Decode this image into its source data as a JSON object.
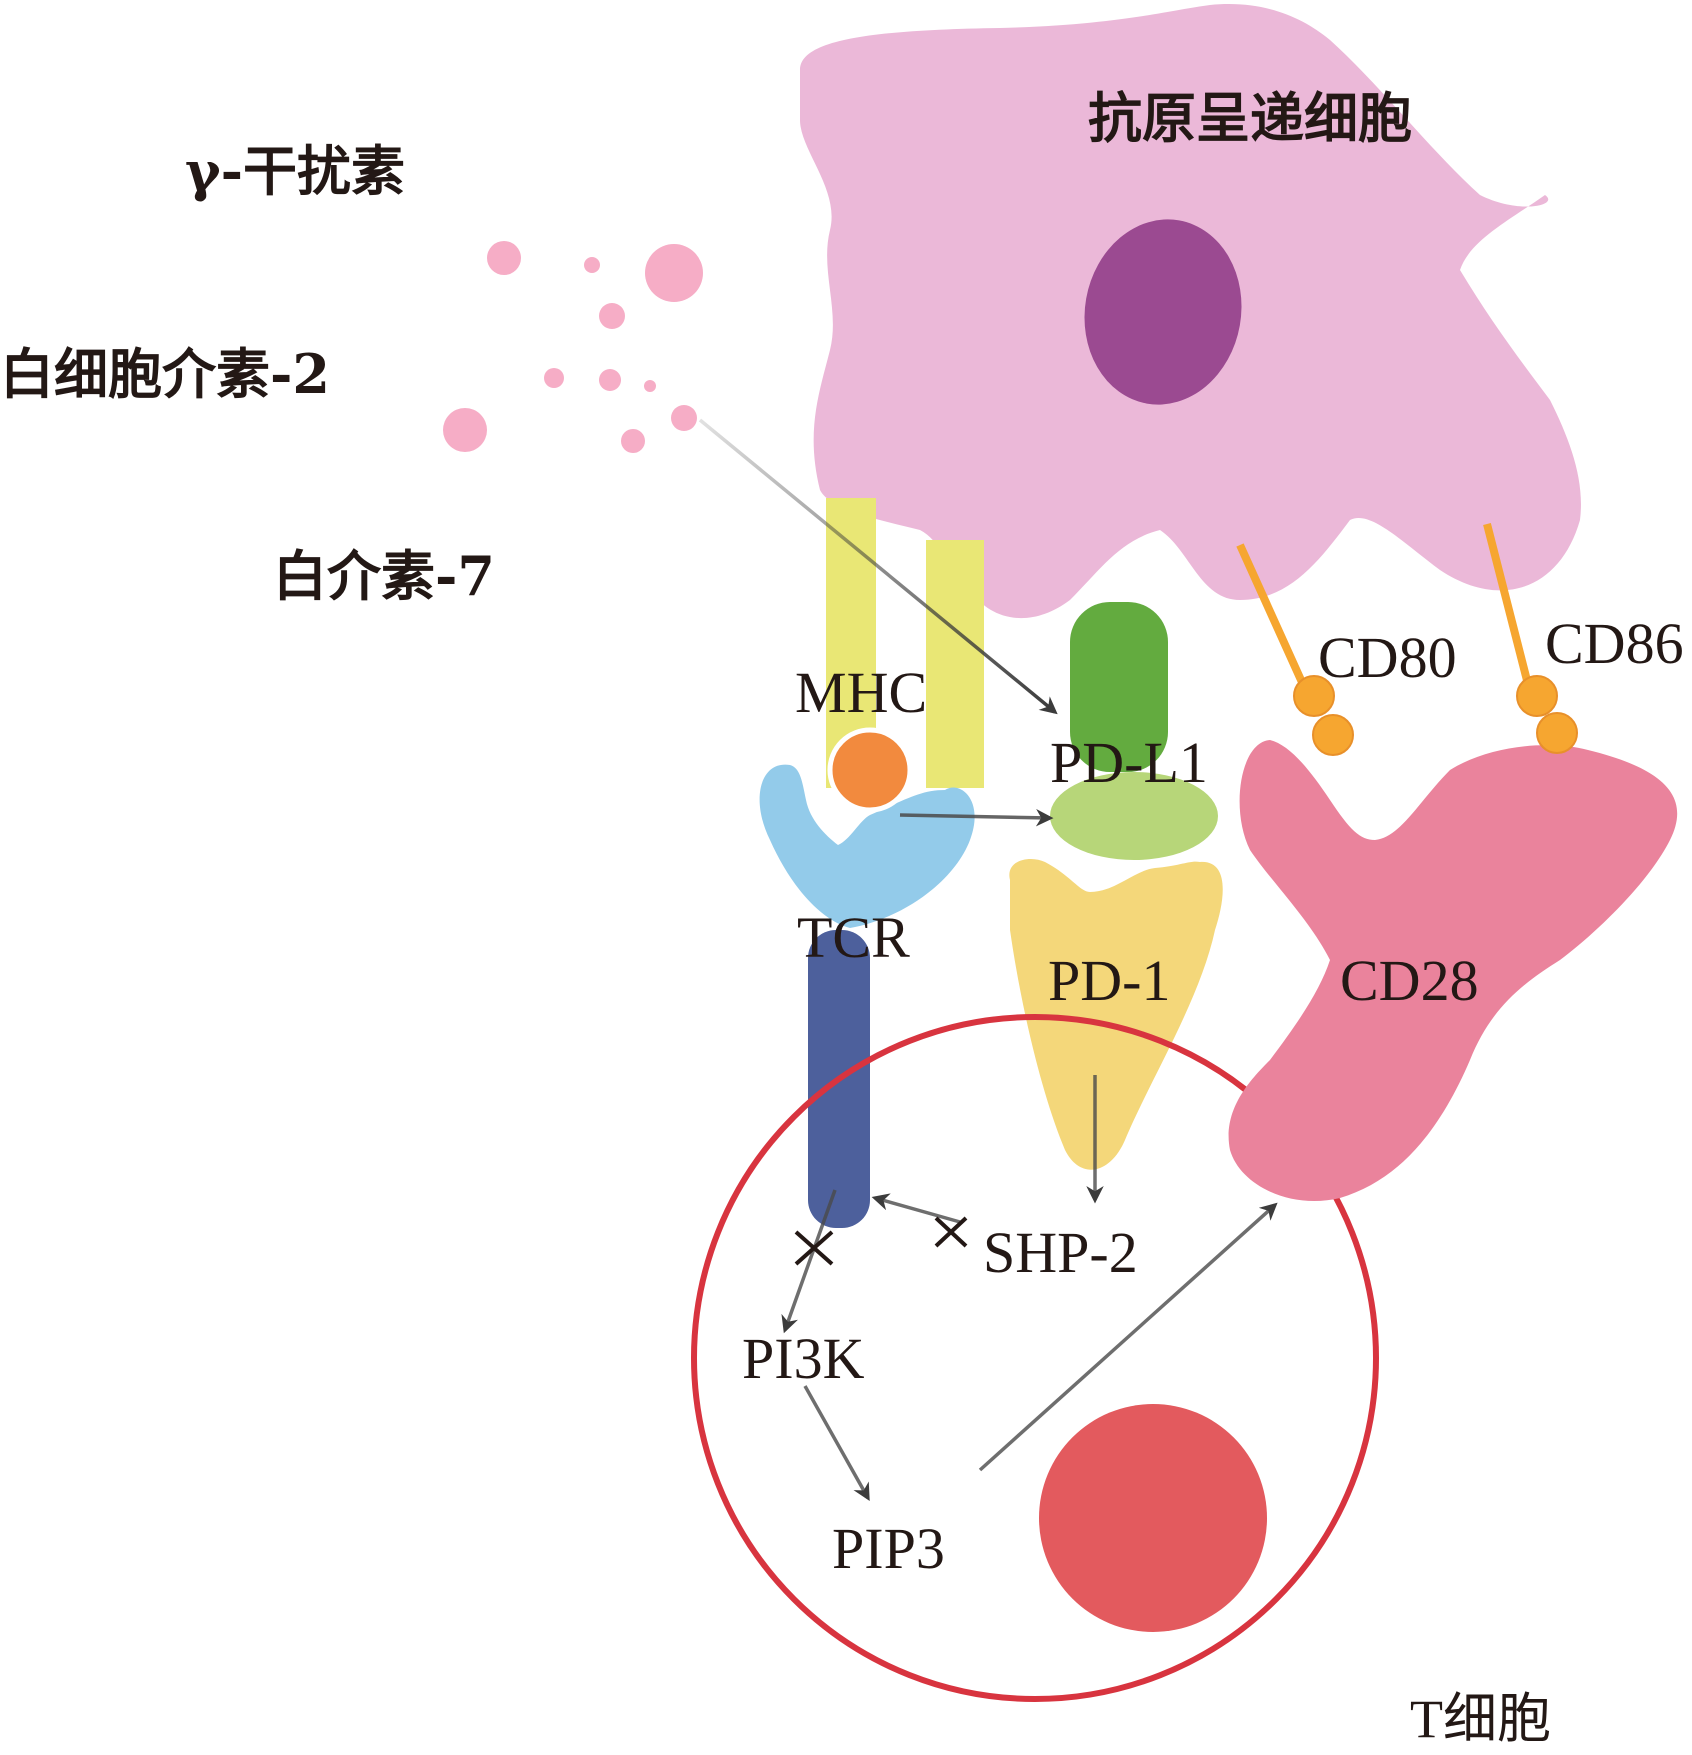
{
  "labels": {
    "apc": "抗原呈递细胞",
    "ifn": "γ-干扰素",
    "il2": "白细胞介素-2",
    "il7": "白介素-7",
    "mhc": "MHC",
    "pdl1": "PD-L1",
    "cd80": "CD80",
    "cd86": "CD86",
    "tcr": "TCR",
    "pd1": "PD-1",
    "cd28": "CD28",
    "shp2": "SHP-2",
    "pi3k": "PI3K",
    "pip3": "PIP3",
    "tcell": "T细胞"
  },
  "colors": {
    "apc_body": "#ebb8d8",
    "apc_nucleus": "#9b4a91",
    "cytokine": "#f6adc6",
    "mhc": "#e9e775",
    "antigen": "#f28a3e",
    "tcr_head": "#93cbea",
    "tcr_tail": "#4d609c",
    "pdl1_top": "#63ab3f",
    "pdl1_bottom": "#b7d679",
    "pd1": "#f4d77a",
    "cd28": "#ea839c",
    "cd80_cd86": "#f6a630",
    "tcell_membrane": "#d8343f",
    "tcell_nucleus": "#e35a5e",
    "arrow": "#454545"
  }
}
